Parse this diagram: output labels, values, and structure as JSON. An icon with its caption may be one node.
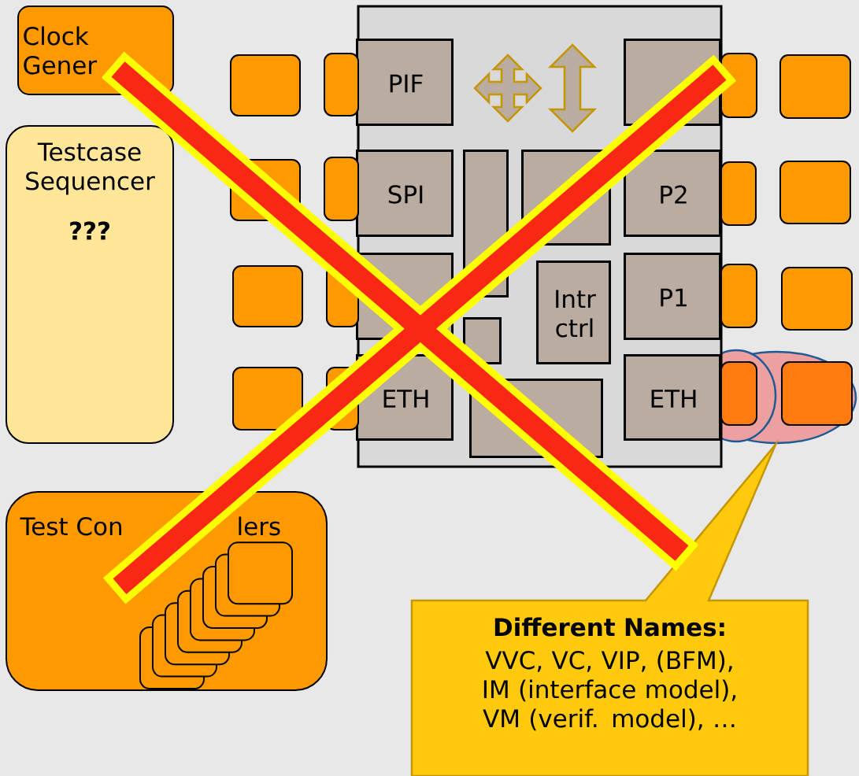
{
  "diagram": {
    "nodes": [
      {
        "text": [
          "Clock Gener"
        ]
      },
      {
        "text": [
          "Testcase Sequencer",
          "???"
        ]
      },
      {
        "text": [
          "Test Con",
          "lers"
        ]
      },
      {
        "text": [],
        "shape": "box"
      },
      {
        "text": [
          "PIF"
        ],
        "in": 3
      },
      {
        "text": [],
        "shape": "box",
        "in": 3
      },
      {
        "text": [
          "SPI"
        ],
        "in": 3
      },
      {
        "text": [],
        "shape": "box",
        "in": 3
      },
      {
        "text": [],
        "shape": "box",
        "in": 3
      },
      {
        "text": [
          "P2"
        ],
        "in": 3
      },
      {
        "text": [],
        "shape": "box",
        "in": 3
      },
      {
        "text": [
          "Intr ctrl"
        ],
        "in": 3
      },
      {
        "text": [
          "P1"
        ],
        "in": 3
      },
      {
        "text": [],
        "shape": "box",
        "in": 3
      },
      {
        "text": [
          "ETH"
        ],
        "in": 3
      },
      {
        "text": [],
        "shape": "box",
        "in": 3
      },
      {
        "text": [
          "ETH"
        ],
        "in": 3
      },
      {
        "text": [],
        "shape": "box"
      },
      {
        "text": [],
        "shape": "box"
      },
      {
        "text": [],
        "shape": "box"
      },
      {
        "text": [],
        "shape": "box"
      },
      {
        "text": [],
        "shape": "box"
      },
      {
        "text": [],
        "shape": "box"
      },
      {
        "text": [],
        "shape": "box"
      },
      {
        "text": [],
        "shape": "box"
      },
      {
        "text": [],
        "shape": "box"
      },
      {
        "text": [],
        "shape": "box"
      },
      {
        "text": [],
        "shape": "box"
      },
      {
        "text": [],
        "shape": "box"
      },
      {
        "text": [],
        "shape": "box"
      },
      {
        "text": [],
        "shape": "box"
      },
      {
        "text": [],
        "shape": "box"
      },
      {
        "text": [],
        "shape": "box"
      },
      {
        "text": [
          "Different Names:",
          "VVC, VC, VIP, (BFM), IM (interface model), VM (verif. model), …"
        ]
      }
    ]
  }
}
